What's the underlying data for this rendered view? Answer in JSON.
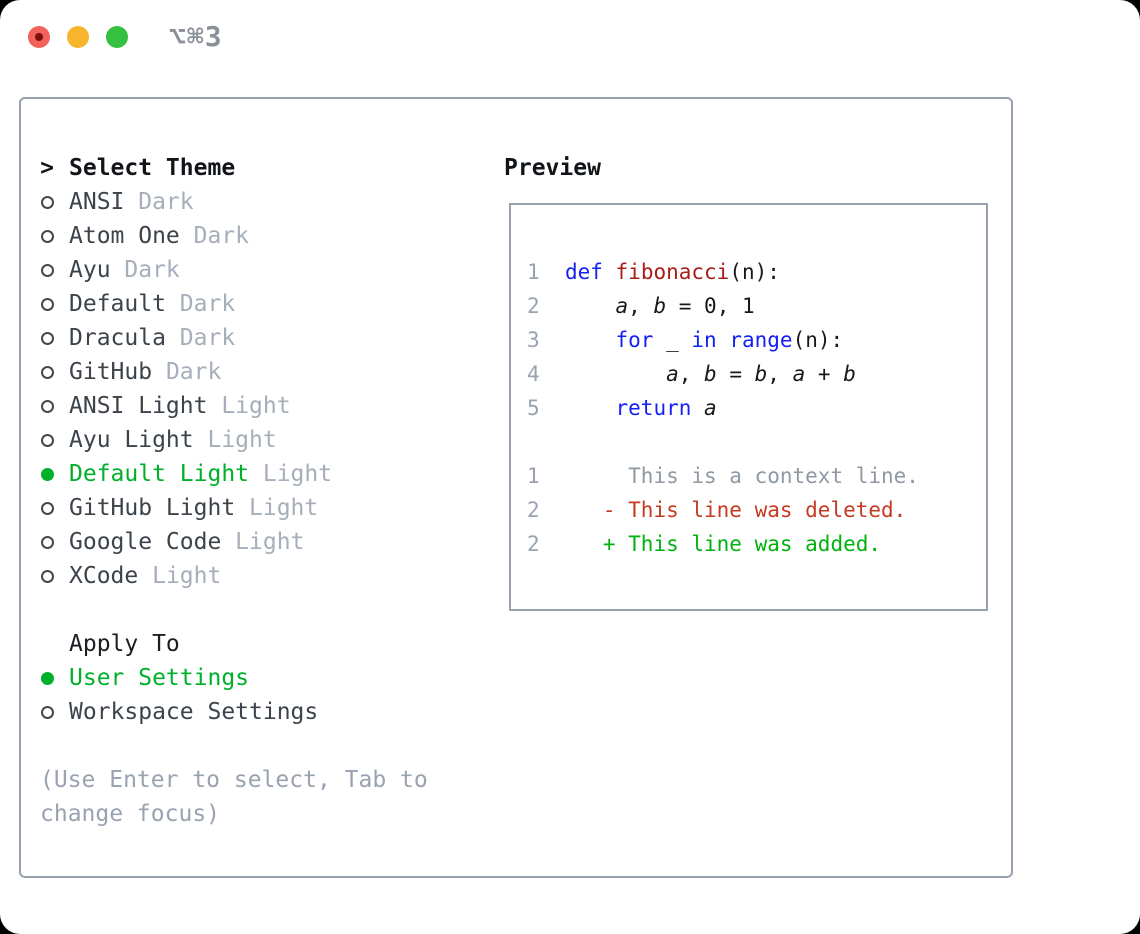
{
  "window": {
    "shortcut_label": "⌥⌘3",
    "traffic_lights": [
      "close",
      "minimize",
      "zoom"
    ]
  },
  "theme_picker": {
    "prompt_char": ">",
    "title": "Select Theme",
    "themes": [
      {
        "name": "ANSI",
        "variant": "Dark",
        "selected": false
      },
      {
        "name": "Atom One",
        "variant": "Dark",
        "selected": false
      },
      {
        "name": "Ayu",
        "variant": "Dark",
        "selected": false
      },
      {
        "name": "Default",
        "variant": "Dark",
        "selected": false
      },
      {
        "name": "Dracula",
        "variant": "Dark",
        "selected": false
      },
      {
        "name": "GitHub",
        "variant": "Dark",
        "selected": false
      },
      {
        "name": "ANSI Light",
        "variant": "Light",
        "selected": false
      },
      {
        "name": "Ayu Light",
        "variant": "Light",
        "selected": false
      },
      {
        "name": "Default Light",
        "variant": "Light",
        "selected": true
      },
      {
        "name": "GitHub Light",
        "variant": "Light",
        "selected": false
      },
      {
        "name": "Google Code",
        "variant": "Light",
        "selected": false
      },
      {
        "name": "XCode",
        "variant": "Light",
        "selected": false
      }
    ]
  },
  "apply_to": {
    "title": "Apply To",
    "options": [
      {
        "label": "User Settings",
        "selected": true
      },
      {
        "label": "Workspace Settings",
        "selected": false
      }
    ]
  },
  "hint_lines": [
    "(Use Enter to select, Tab to",
    "change focus)"
  ],
  "preview": {
    "title": "Preview",
    "code_lines": [
      {
        "num": "1",
        "segments": [
          [
            "kw",
            "def"
          ],
          [
            "pl",
            " "
          ],
          [
            "fn",
            "fibonacci"
          ],
          [
            "pl",
            "(n):"
          ]
        ]
      },
      {
        "num": "2",
        "segments": [
          [
            "pl",
            "    "
          ],
          [
            "var",
            "a"
          ],
          [
            "pl",
            ", "
          ],
          [
            "var",
            "b"
          ],
          [
            "pl",
            " = 0, 1"
          ]
        ]
      },
      {
        "num": "3",
        "segments": [
          [
            "pl",
            "    "
          ],
          [
            "kw",
            "for"
          ],
          [
            "pl",
            " _ "
          ],
          [
            "kw",
            "in"
          ],
          [
            "pl",
            " "
          ],
          [
            "kw",
            "range"
          ],
          [
            "pl",
            "(n):"
          ]
        ]
      },
      {
        "num": "4",
        "segments": [
          [
            "pl",
            "        "
          ],
          [
            "var",
            "a"
          ],
          [
            "pl",
            ", "
          ],
          [
            "var",
            "b"
          ],
          [
            "pl",
            " = "
          ],
          [
            "var",
            "b"
          ],
          [
            "pl",
            ", "
          ],
          [
            "var",
            "a"
          ],
          [
            "pl",
            " + "
          ],
          [
            "var",
            "b"
          ]
        ]
      },
      {
        "num": "5",
        "segments": [
          [
            "pl",
            "    "
          ],
          [
            "kw",
            "return"
          ],
          [
            "pl",
            " "
          ],
          [
            "var",
            "a"
          ]
        ]
      }
    ],
    "diff_lines": [
      {
        "num": "1",
        "content": "     This is a context line.",
        "type": "context"
      },
      {
        "num": "2",
        "content": "   - This line was deleted.",
        "type": "deleted"
      },
      {
        "num": "2",
        "content": "   + This line was added.",
        "type": "added"
      }
    ]
  },
  "colors": {
    "accent_green": "#00b02a",
    "keyword_blue": "#1421f3",
    "function_red": "#a81d18",
    "deleted_red": "#c53b22",
    "added_green": "#00b20f",
    "muted_gray": "#9aa3b0",
    "border_gray": "#98a2ae"
  }
}
